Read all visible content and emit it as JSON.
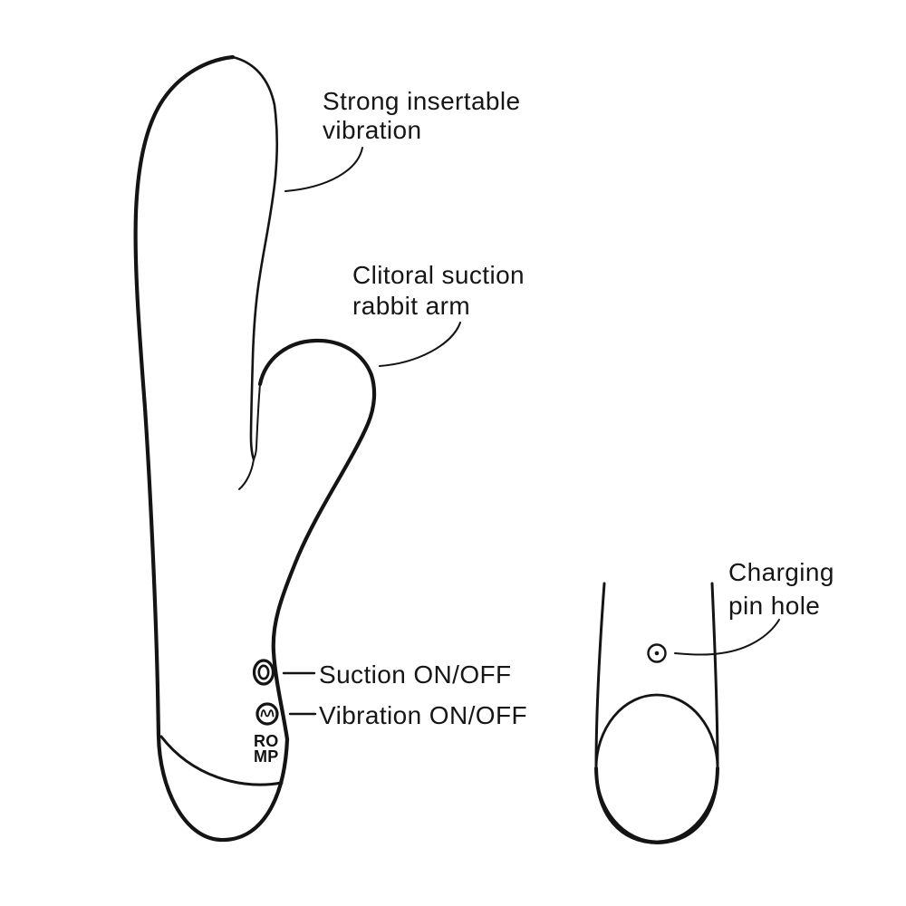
{
  "diagram": {
    "title_implicit": "Rabbit vibrator product feature diagram",
    "colors": {
      "background": "#ffffff",
      "line": "#141414",
      "text": "#161616"
    },
    "labels": {
      "insertable": {
        "line1": "Strong insertable",
        "line2": "vibration"
      },
      "rabbit_arm": {
        "line1": "Clitoral suction",
        "line2": "rabbit arm"
      },
      "suction_button": "Suction ON/OFF",
      "vibration_button": "Vibration ON/OFF",
      "charging": {
        "line1": "Charging",
        "line2": "pin hole"
      }
    },
    "brand": {
      "line1": "RO",
      "line2": "MP"
    },
    "icons": {
      "suction_button": "ring-oval-icon",
      "vibration_button": "wave-in-circle-icon",
      "charging_pin": "dot-in-circle-icon"
    }
  }
}
